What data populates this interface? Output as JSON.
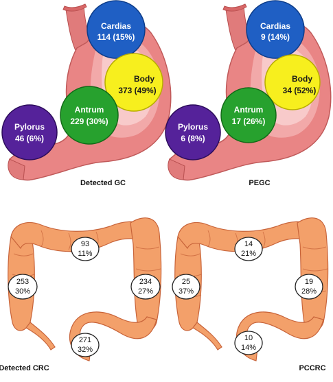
{
  "stomach_panels": [
    {
      "caption": "Detected GC",
      "regions": [
        {
          "name": "Cardias",
          "value": "114 (15%)",
          "color": "#1f5fc4"
        },
        {
          "name": "Body",
          "value": "373 (49%)",
          "color": "#f7ef1e"
        },
        {
          "name": "Antrum",
          "value": "229 (30%)",
          "color": "#27a12e"
        },
        {
          "name": "Pylorus",
          "value": "46 (6%)",
          "color": "#55229a"
        }
      ]
    },
    {
      "caption": "PEGC",
      "regions": [
        {
          "name": "Cardias",
          "value": "9 (14%)",
          "color": "#1f5fc4"
        },
        {
          "name": "Body",
          "value": "34 (52%)",
          "color": "#f7ef1e"
        },
        {
          "name": "Antrum",
          "value": "17 (26%)",
          "color": "#27a12e"
        },
        {
          "name": "Pylorus",
          "value": "6 (8%)",
          "color": "#55229a"
        }
      ]
    }
  ],
  "colon_panels": [
    {
      "caption": "Detected CRC",
      "segments": [
        {
          "count": "93",
          "pct": "11%"
        },
        {
          "count": "253",
          "pct": "30%"
        },
        {
          "count": "234",
          "pct": "27%"
        },
        {
          "count": "271",
          "pct": "32%"
        }
      ]
    },
    {
      "caption": "PCCRC",
      "segments": [
        {
          "count": "14",
          "pct": "21%"
        },
        {
          "count": "25",
          "pct": "37%"
        },
        {
          "count": "19",
          "pct": "28%"
        },
        {
          "count": "10",
          "pct": "14%"
        }
      ]
    }
  ]
}
